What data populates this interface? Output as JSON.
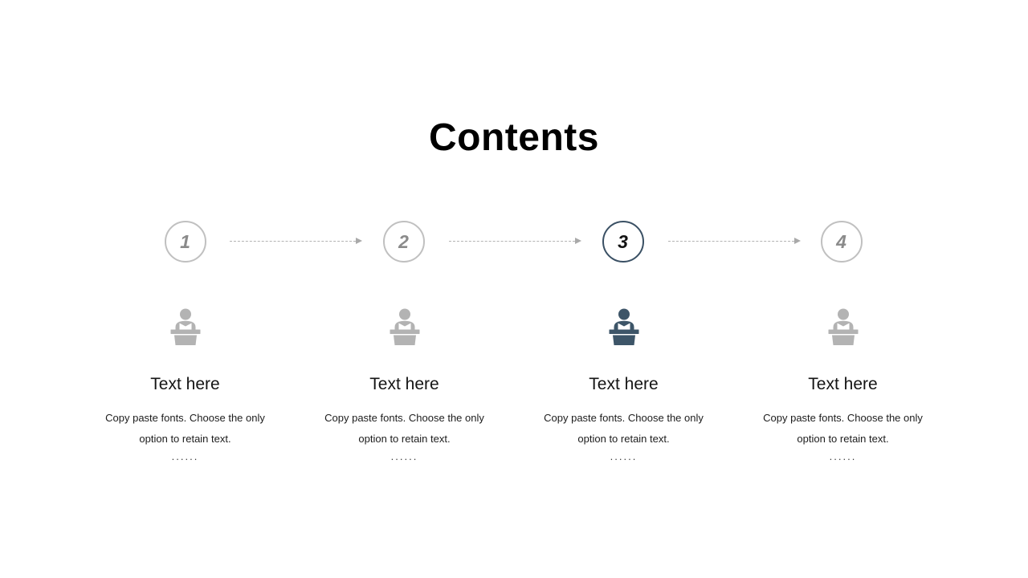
{
  "title": "Contents",
  "active_step": 3,
  "colors": {
    "accent": "#3d5568",
    "active_circle_border": "#3a5064",
    "inactive_icon": "#b3b3b3",
    "inactive_circle_border": "#c0c0c0",
    "inactive_number": "#8a8a8a",
    "active_number": "#121212",
    "arrow": "#b3b3b3"
  },
  "steps": [
    {
      "number": "1",
      "heading": "Text here",
      "body": "Copy paste fonts. Choose the only option to retain text.",
      "dots": "......"
    },
    {
      "number": "2",
      "heading": "Text here",
      "body": "Copy paste fonts. Choose the only option to retain text.",
      "dots": "......"
    },
    {
      "number": "3",
      "heading": "Text here",
      "body": "Copy paste fonts. Choose the only option to retain text.",
      "dots": "......"
    },
    {
      "number": "4",
      "heading": "Text here",
      "body": "Copy paste fonts. Choose the only option to retain text.",
      "dots": "......"
    }
  ]
}
